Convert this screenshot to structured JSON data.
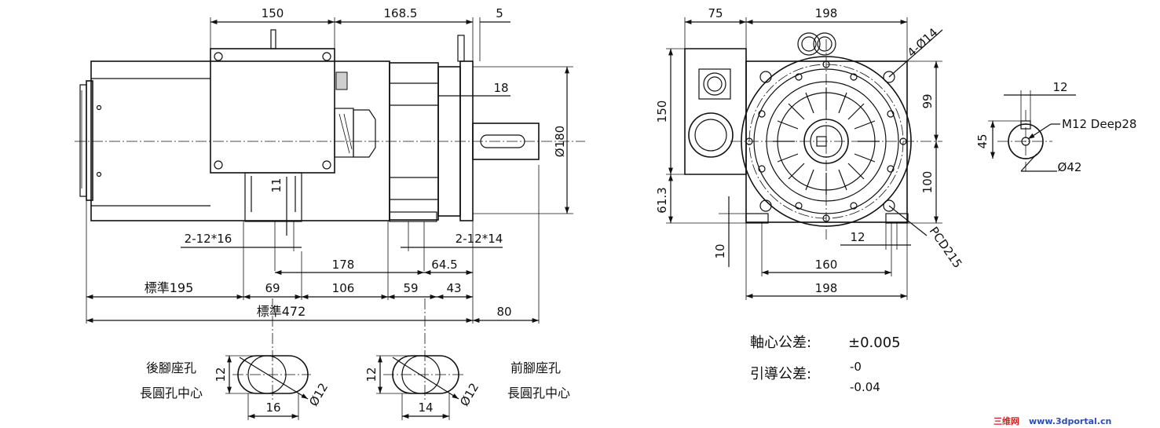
{
  "side_view": {
    "dim_top_150": "150",
    "dim_top_168_5": "168.5",
    "dim_top_5": "5",
    "dim_18": "18",
    "dim_dia180": "Ø180",
    "dim_11": "11",
    "hole_rear": "2-12*16",
    "hole_front": "2-12*14",
    "dim_178": "178",
    "dim_64_5": "64.5",
    "std_195": "標準195",
    "dim_69": "69",
    "dim_106": "106",
    "dim_59": "59",
    "dim_43": "43",
    "std_472": "標準472",
    "dim_80": "80"
  },
  "front_view": {
    "dim_75": "75",
    "dim_198_top": "198",
    "holes_4_dia14": "4-Ø14",
    "dim_150": "150",
    "dim_99": "99",
    "dim_100": "100",
    "dim_61_3": "61.3",
    "dim_10": "10",
    "dim_12": "12",
    "pcd": "PCD215",
    "dim_160": "160",
    "dim_198_bottom": "198"
  },
  "shaft_detail": {
    "dim_12": "12",
    "thread": "M12 Deep28",
    "dim_45": "45",
    "dia42": "Ø42"
  },
  "foot_holes": {
    "rear_label_1": "後腳座孔",
    "rear_label_2": "長圓孔中心",
    "rear_dim_12": "12",
    "rear_dia12": "Ø12",
    "rear_dim_16": "16",
    "front_dim_12": "12",
    "front_dia12": "Ø12",
    "front_dim_14": "14",
    "front_label_1": "前腳座孔",
    "front_label_2": "長圓孔中心"
  },
  "tolerances": {
    "shaft_label": "軸心公差:",
    "shaft_value": "±0.005",
    "pilot_label": "引導公差:",
    "pilot_upper": "-0",
    "pilot_lower": "-0.04"
  },
  "watermark": {
    "brand": "三维网",
    "url": "www.3dportal.cn"
  },
  "colors": {
    "line": "#111111",
    "watermark_red": "#d42222",
    "watermark_blue": "#2a4fb0"
  }
}
